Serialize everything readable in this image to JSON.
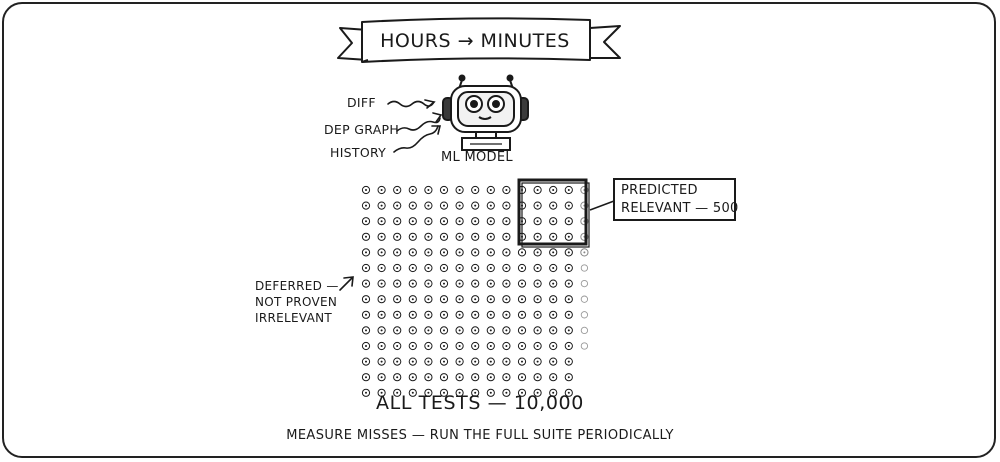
{
  "banner": {
    "title": "HOURS → MINUTES"
  },
  "inputs": [
    {
      "label": "DIFF"
    },
    {
      "label": "DEP GRAPH"
    },
    {
      "label": "HISTORY"
    }
  ],
  "model": {
    "label": "ML MODEL",
    "icon": "robot-icon"
  },
  "predicted": {
    "label_line1": "PREDICTED",
    "label_line2": "RELEVANT — 500"
  },
  "deferred": {
    "line1": "DEFERRED —",
    "line2": "NOT PROVEN",
    "line3": "IRRELEVANT"
  },
  "grid": {
    "rows": 14,
    "cols": 14,
    "label": "ALL TESTS — 10,000"
  },
  "footer": {
    "note": "MEASURE MISSES — RUN THE FULL SUITE PERIODICALLY"
  },
  "colors": {
    "ink": "#1a1a1a",
    "background": "#ffffff"
  }
}
